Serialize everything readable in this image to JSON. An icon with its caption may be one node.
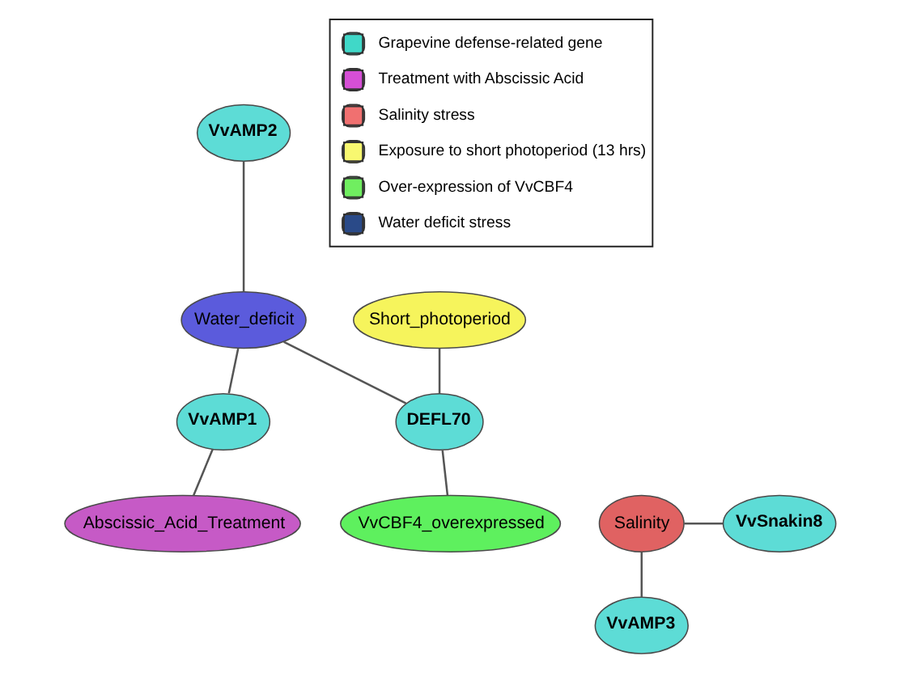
{
  "diagram": {
    "nodes": [
      {
        "text": [
          "VvAMP2"
        ]
      },
      {
        "text": [
          "Short_photoperiod"
        ]
      },
      {
        "text": [
          "Water_deficit"
        ]
      },
      {
        "text": [
          "VvAMP1"
        ]
      },
      {
        "text": [
          "DEFL70"
        ]
      },
      {
        "text": [
          "Abscissic_Acid_Treatment"
        ]
      },
      {
        "text": [
          "VvCBF4_overexpressed"
        ]
      },
      {
        "text": [
          "VvSnakin8"
        ]
      },
      {
        "text": [
          "Salinity"
        ]
      },
      {
        "text": [
          "VvAMP3"
        ]
      }
    ],
    "edges": [
      {
        "from": 0,
        "to": 2,
        "arrow": "none"
      },
      {
        "from": 1,
        "to": 4,
        "arrow": "none"
      },
      {
        "from": 2,
        "to": 4,
        "arrow": "none"
      },
      {
        "from": 2,
        "to": 3,
        "arrow": "none"
      },
      {
        "from": 3,
        "to": 5,
        "arrow": "none"
      },
      {
        "from": 4,
        "to": 6,
        "arrow": "none"
      },
      {
        "from": 8,
        "to": 7,
        "arrow": "none"
      },
      {
        "from": 8,
        "to": 9,
        "arrow": "none"
      }
    ],
    "legend": [
      {
        "text": "Grapevine defense-related gene",
        "color": "#40d8c8"
      },
      {
        "text": "Treatment with Abscissic Acid",
        "color": "#d64fd6"
      },
      {
        "text": "Salinity stress",
        "color": "#f07070"
      },
      {
        "text": "Exposure to short photoperiod (13 hrs)",
        "color": "#f8f870"
      },
      {
        "text": "Over-expression of VvCBF4",
        "color": "#70ee60"
      },
      {
        "text": "Water deficit stress",
        "color": "#2a4a88"
      }
    ]
  }
}
